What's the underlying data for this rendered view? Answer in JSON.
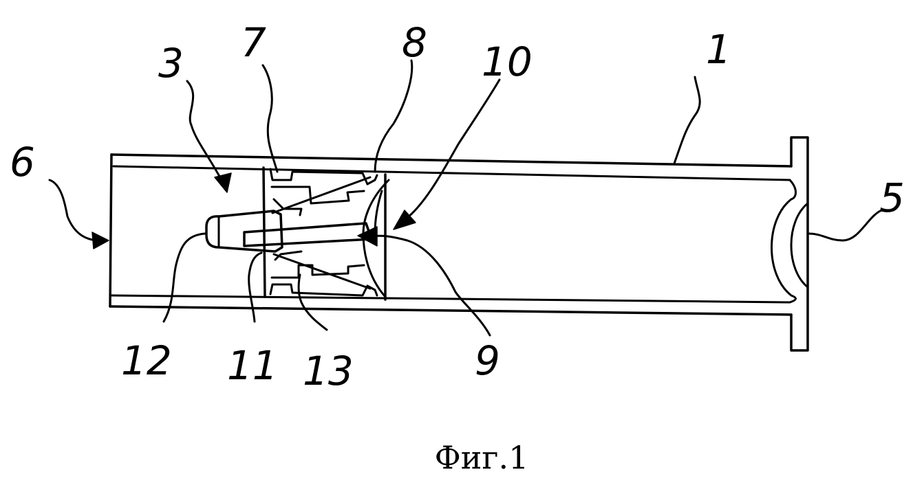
{
  "figure": {
    "caption": "Фиг.1",
    "reference_labels": {
      "r1": "1",
      "r3": "3",
      "r5": "5",
      "r6": "6",
      "r7": "7",
      "r8": "8",
      "r9": "9",
      "r10": "10",
      "r11": "11",
      "r12": "12",
      "r13": "13"
    }
  }
}
